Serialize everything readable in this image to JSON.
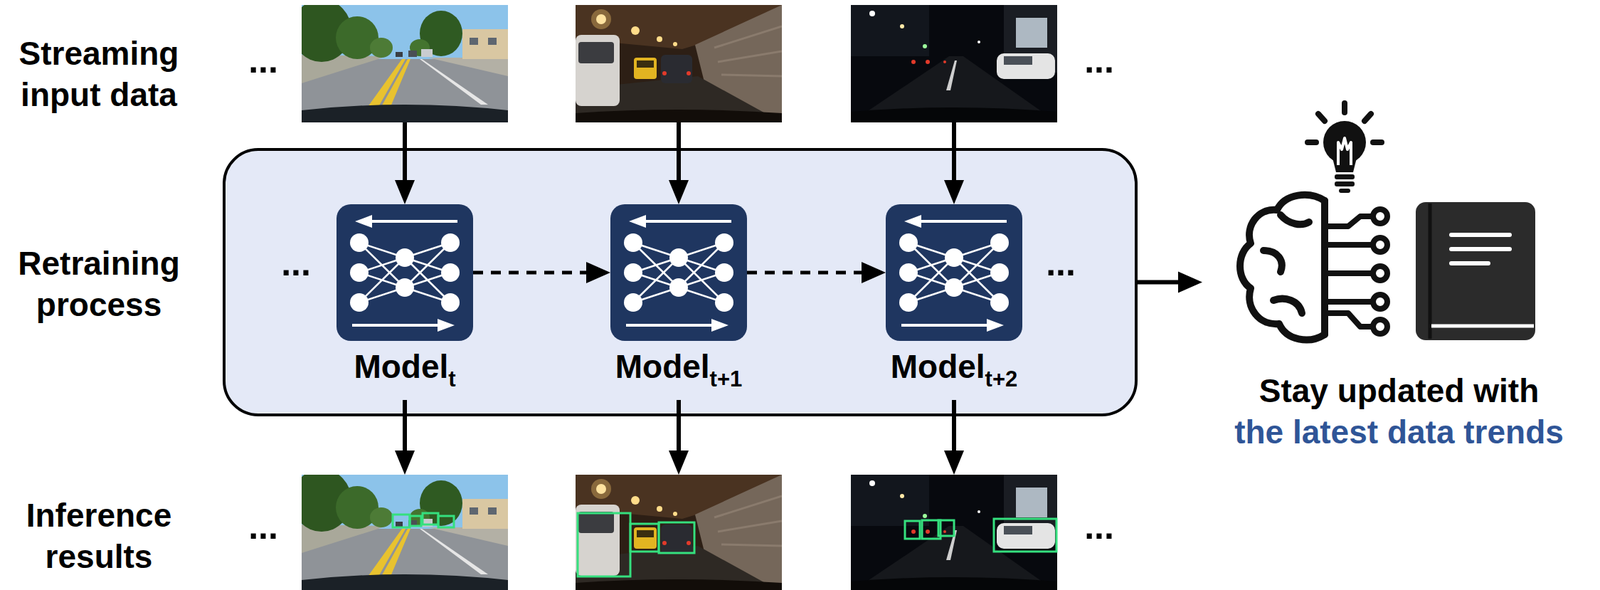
{
  "diagram": {
    "nodes": [
      {
        "text": [
          "...",
          "..."
        ]
      },
      {
        "text": [
          "Model",
          "t"
        ],
        "in": 0
      },
      {
        "text": [
          "Model",
          "t+1"
        ],
        "in": 0
      },
      {
        "text": [
          "Model",
          "t+2"
        ],
        "in": 0
      },
      {
        "text": [
          "Stay updated with",
          "the latest data trends"
        ]
      }
    ],
    "edges": [
      {
        "from": 1,
        "to": 2,
        "arrow": "to"
      },
      {
        "from": 2,
        "to": 3,
        "arrow": "to"
      },
      {
        "from": 0,
        "to": 4,
        "arrow": "to"
      }
    ],
    "labels": [
      "Streaming input data",
      "...",
      "...",
      "Retraining process",
      "Inference results",
      "...",
      "..."
    ]
  }
}
